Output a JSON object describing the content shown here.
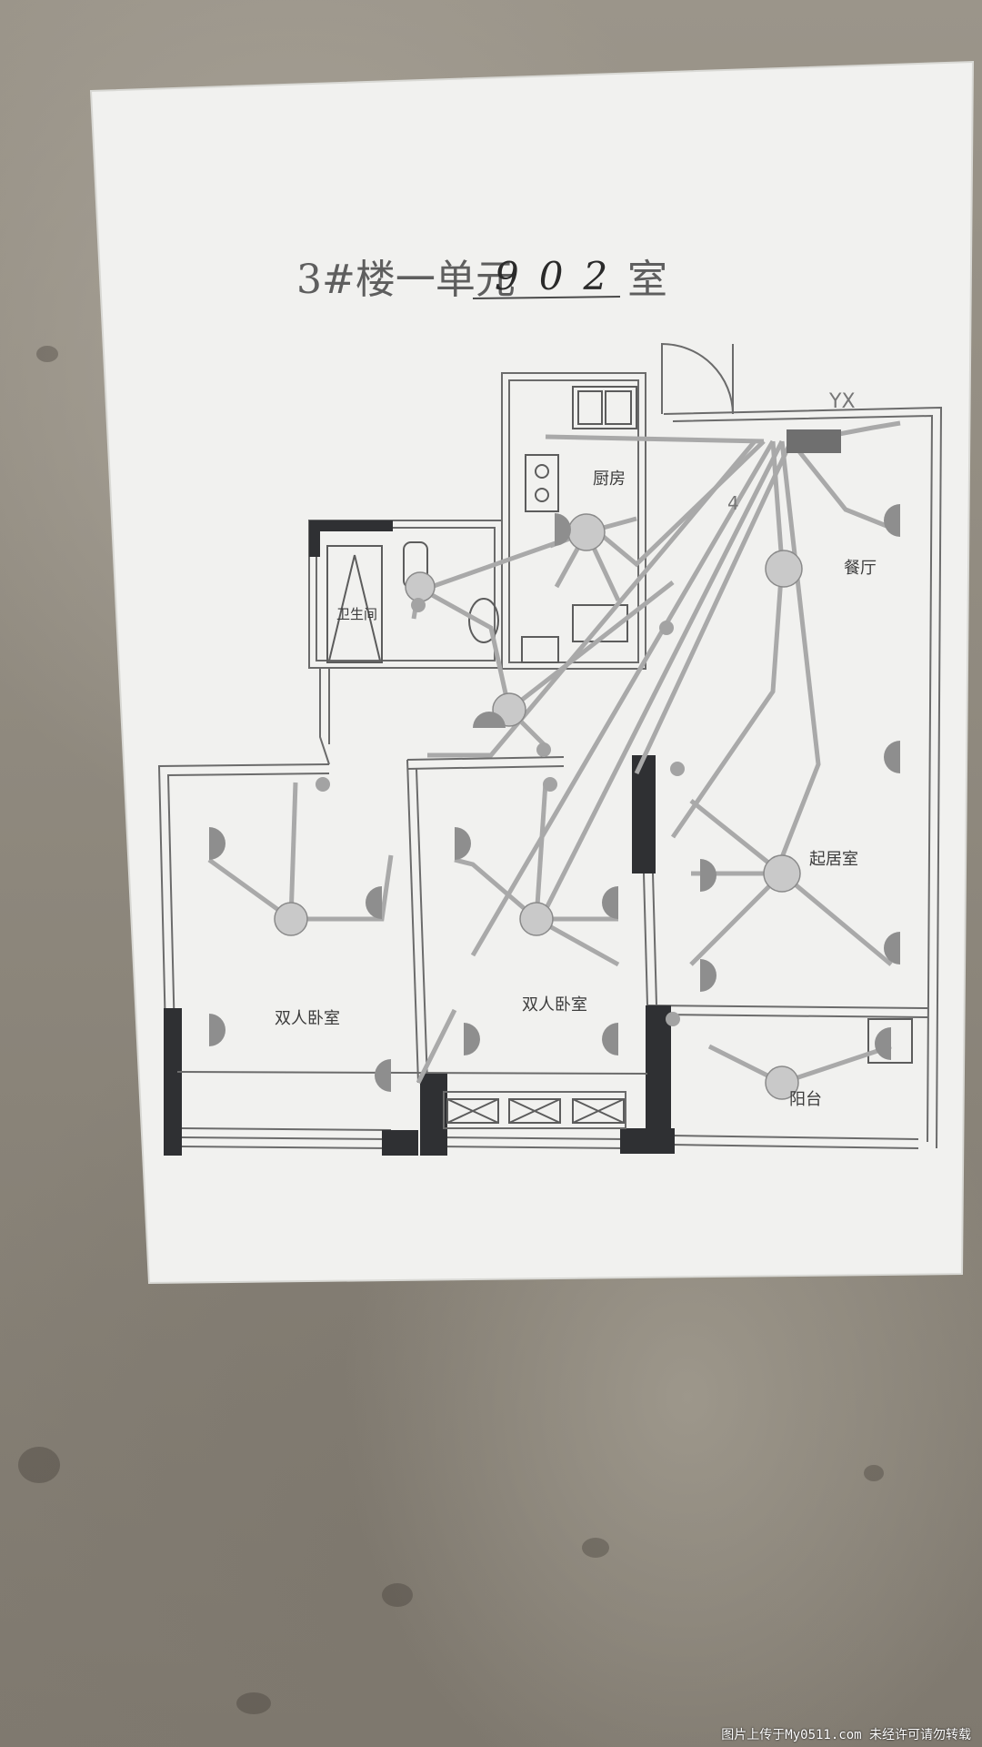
{
  "plan": {
    "title": "3#楼一单元",
    "unit_number": "902",
    "unit_suffix": "室"
  },
  "rooms": {
    "kitchen": "厨房",
    "bathroom": "卫生间",
    "dining": "餐厅",
    "living": "起居室",
    "bedroom_left": "双人卧室",
    "bedroom_middle": "双人卧室",
    "balcony": "阳台"
  },
  "annotations": {
    "yx": "YX",
    "wire_count": "4"
  },
  "watermark": "图片上传于My0511.com 未经许可请勿转载",
  "colors": {
    "paper": "#f1f1ef",
    "wall": "#6b6b6b",
    "wire": "#a9a9a9",
    "dark_column": "#2f3033"
  }
}
